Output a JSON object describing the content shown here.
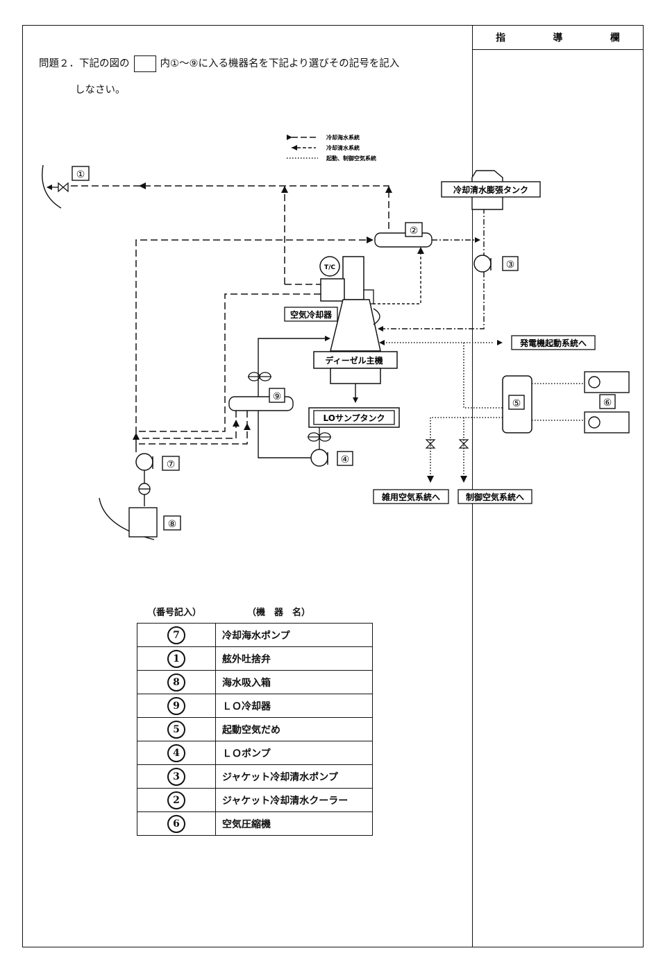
{
  "guide_header": [
    "指",
    "導",
    "欄"
  ],
  "question": {
    "line1_before": "問題２．下記の図の",
    "line1_after": "内①～⑨に入る機器名を下記より選びその記号を記入",
    "line2": "しなさい。"
  },
  "legend": [
    {
      "label": "冷却海水系統",
      "style": "long-dash"
    },
    {
      "label": "冷却清水系統",
      "style": "dash"
    },
    {
      "label": "起動、制御空気系統",
      "style": "dotted"
    }
  ],
  "diagram_labels": {
    "expansion_tank": "冷却清水膨張タンク",
    "turbocharger": "T/C",
    "air_cooler": "空気冷却器",
    "main_engine": "ディーゼル主機",
    "sump_tank": "LOサンプタンク",
    "generator_start": "発電機起動系統へ",
    "misc_air": "雑用空気系統へ",
    "control_air": "制御空気系統へ"
  },
  "numbers": [
    "①",
    "②",
    "③",
    "④",
    "⑤",
    "⑥",
    "⑦",
    "⑧",
    "⑨"
  ],
  "answers": {
    "header_number": "（番号記入）",
    "header_name": "（機　器　名）",
    "rows": [
      {
        "number": "7",
        "name": "冷却海水ポンプ"
      },
      {
        "number": "1",
        "name": "舷外吐捨弁"
      },
      {
        "number": "8",
        "name": "海水吸入箱"
      },
      {
        "number": "9",
        "name": "ＬＯ冷却器"
      },
      {
        "number": "5",
        "name": "起動空気だめ"
      },
      {
        "number": "4",
        "name": "ＬＯポンプ"
      },
      {
        "number": "3",
        "name": "ジャケット冷却清水ポンプ"
      },
      {
        "number": "2",
        "name": "ジャケット冷却清水クーラー"
      },
      {
        "number": "6",
        "name": "空気圧縮機"
      }
    ]
  }
}
